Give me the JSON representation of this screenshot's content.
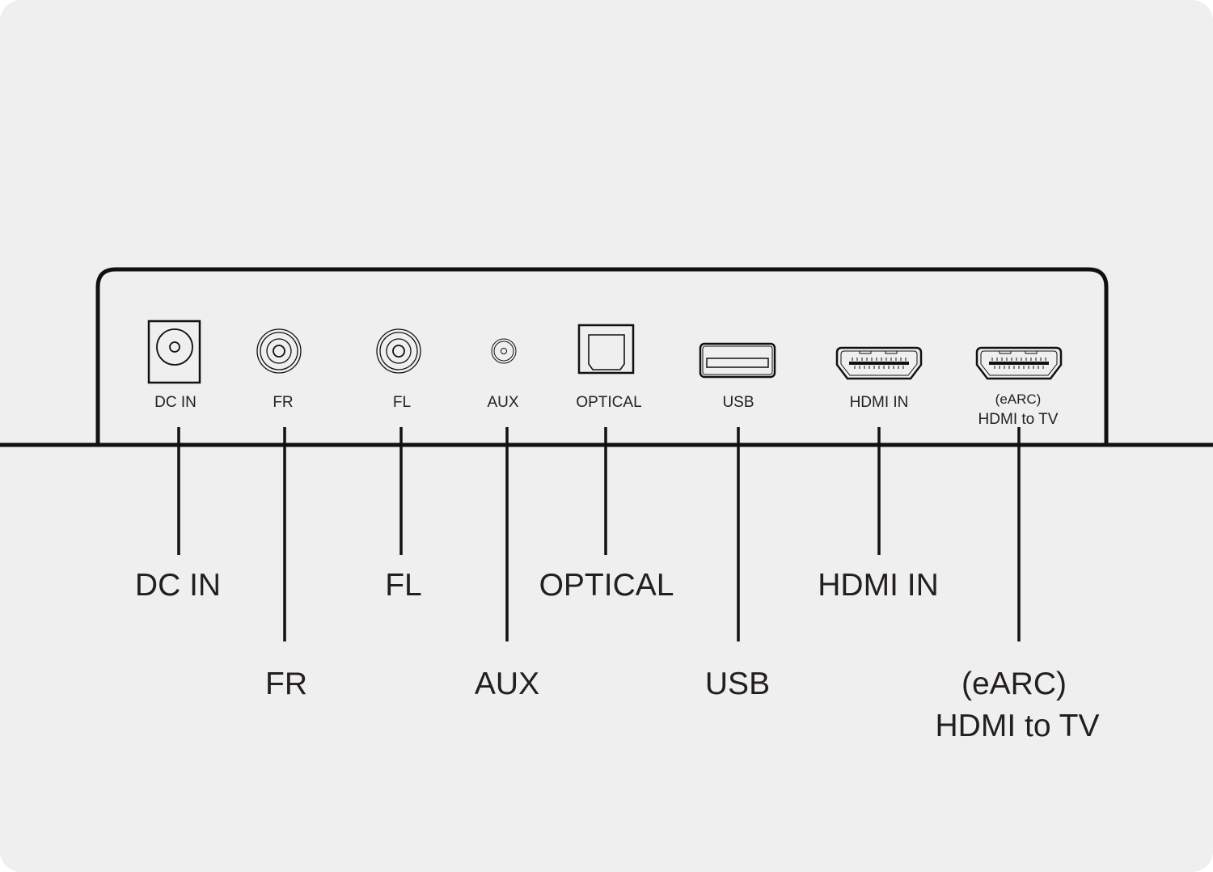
{
  "ports": [
    {
      "id": "dc-in",
      "panel_label": "DC IN",
      "callout": "DC IN",
      "icon": "dc-jack-icon"
    },
    {
      "id": "fr",
      "panel_label": "FR",
      "callout": "FR",
      "icon": "rca-jack-icon"
    },
    {
      "id": "fl",
      "panel_label": "FL",
      "callout": "FL",
      "icon": "rca-jack-icon"
    },
    {
      "id": "aux",
      "panel_label": "AUX",
      "callout": "AUX",
      "icon": "aux-jack-icon"
    },
    {
      "id": "optical",
      "panel_label": "OPTICAL",
      "callout": "OPTICAL",
      "icon": "optical-port-icon"
    },
    {
      "id": "usb",
      "panel_label": "USB",
      "callout": "USB",
      "icon": "usb-port-icon"
    },
    {
      "id": "hdmi-in",
      "panel_label": "HDMI IN",
      "callout": "HDMI IN",
      "icon": "hdmi-port-icon"
    },
    {
      "id": "earc",
      "panel_label_line1": "(eARC)",
      "panel_label_line2": "HDMI to TV",
      "callout_line1": "(eARC)",
      "callout_line2": "HDMI to TV",
      "icon": "hdmi-port-icon"
    }
  ]
}
